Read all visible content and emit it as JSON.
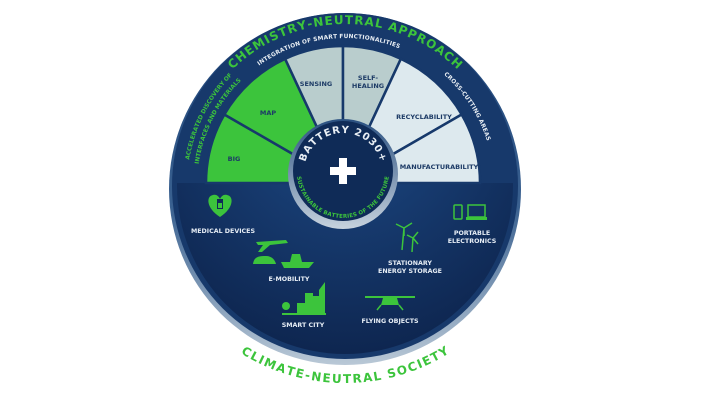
{
  "outer_ring": {
    "top_title": "CHEMISTRY-NEUTRAL APPROACH",
    "integration": "INTEGRATION OF SMART FUNCTIONALITIES",
    "accelerated_line1": "ACCELERATED DISCOVERY OF",
    "accelerated_line2": "INTERFACES AND MATERIALS",
    "cross_cutting": "CROSS-CUTTING AREAS"
  },
  "bottom_title": "CLIMATE-NEUTRAL SOCIETY",
  "hub": {
    "title": "BATTERY 2030+",
    "subtitle": "SUSTAINABLE BATTERIES OF THE FUTURE",
    "icon": "plus-icon"
  },
  "sectors": [
    {
      "label": "BIG",
      "color": "#3cc43c"
    },
    {
      "label": "MAP",
      "color": "#3cc43c"
    },
    {
      "label": "SENSING",
      "color": "#b9cdcd"
    },
    {
      "label_line1": "SELF-",
      "label_line2": "HEALING",
      "color": "#b9cdcd"
    },
    {
      "label": "RECYCLABILITY",
      "color": "#dde9ee"
    },
    {
      "label": "MANUFACTURABILITY",
      "color": "#dde9ee"
    }
  ],
  "applications": {
    "medical": "MEDICAL DEVICES",
    "portable_1": "PORTABLE",
    "portable_2": "ELECTRONICS",
    "emobility": "E-MOBILITY",
    "stationary_1": "STATIONARY",
    "stationary_2": "ENERGY STORAGE",
    "smart_city": "SMART CITY",
    "flying": "FLYING OBJECTS"
  },
  "colors": {
    "navy": "#17396b",
    "dark_navy": "#0f2b57",
    "green": "#3cc43c"
  }
}
